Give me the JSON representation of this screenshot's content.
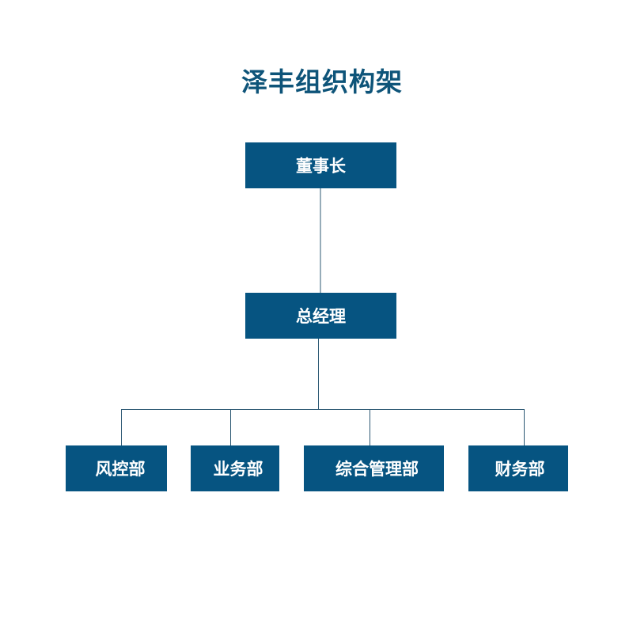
{
  "title": "泽丰组织构架",
  "chairman": "董事长",
  "general_manager": "总经理",
  "departments": [
    "风控部",
    "业务部",
    "综合管理部",
    "财务部"
  ],
  "colors": {
    "box_fill": "#065481",
    "title_text": "#0e5479",
    "connector_line": "#2c5873",
    "box_text": "#ffffff"
  }
}
